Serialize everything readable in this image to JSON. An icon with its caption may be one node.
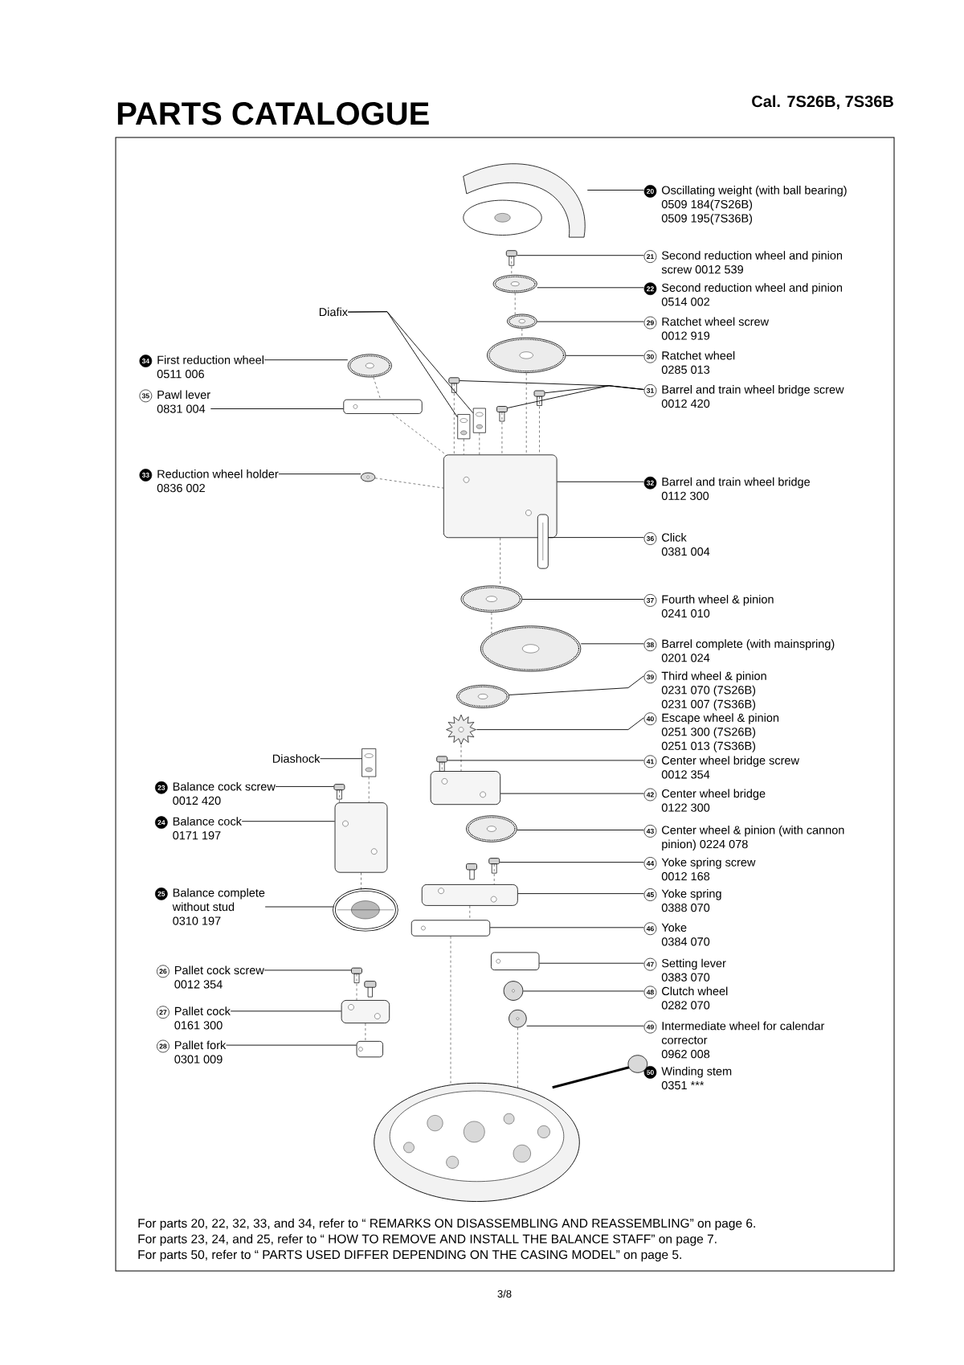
{
  "diagram": {
    "title": "PARTS CATALOGUE",
    "nodes": [
      {
        "text": [
          "20",
          "Oscillating weight (with ball bearing)",
          "0509 184(7S26B)",
          "0509 195(7S36B)"
        ]
      },
      {
        "text": [
          "21",
          "Second reduction wheel and pinion screw 0012 539"
        ]
      },
      {
        "text": [
          "22",
          "Second reduction wheel and pinion",
          "0514 002"
        ]
      },
      {
        "text": [
          "29",
          "Ratchet wheel screw",
          "0012 919"
        ]
      },
      {
        "text": [
          "30",
          "Ratchet wheel",
          "0285 013"
        ]
      },
      {
        "text": [
          "31",
          "Barrel and train wheel bridge screw",
          "0012 420"
        ]
      },
      {
        "text": [
          "32",
          "Barrel and train wheel bridge",
          "0112 300"
        ]
      },
      {
        "text": [
          "36",
          "Click",
          "0381 004"
        ]
      },
      {
        "text": [
          "37",
          "Fourth wheel & pinion",
          "0241 010"
        ]
      },
      {
        "text": [
          "38",
          "Barrel complete (with mainspring)",
          "0201 024"
        ]
      },
      {
        "text": [
          "39",
          "Third wheel & pinion",
          "0231 070 (7S26B)",
          "0231 007 (7S36B)"
        ]
      },
      {
        "text": [
          "40",
          "Escape wheel & pinion",
          "0251 300 (7S26B)",
          "0251 013 (7S36B)"
        ]
      },
      {
        "text": [
          "41",
          "Center wheel bridge screw",
          "0012 354"
        ]
      },
      {
        "text": [
          "42",
          "Center wheel bridge",
          "0122 300"
        ]
      },
      {
        "text": [
          "43",
          "Center wheel & pinion (with cannon pinion) 0224 078"
        ]
      },
      {
        "text": [
          "44",
          "Yoke spring screw",
          "0012 168"
        ]
      },
      {
        "text": [
          "45",
          "Yoke spring",
          "0388 070"
        ]
      },
      {
        "text": [
          "46",
          "Yoke",
          "0384 070"
        ]
      },
      {
        "text": [
          "47",
          "Setting lever",
          "0383 070"
        ]
      },
      {
        "text": [
          "48",
          "Clutch wheel",
          "0282 070"
        ]
      },
      {
        "text": [
          "49",
          "Intermediate wheel for calendar corrector",
          "0962 008"
        ]
      },
      {
        "text": [
          "50",
          "Winding stem",
          "0351 ***"
        ]
      },
      {
        "text": [
          "34",
          "First reduction wheel",
          "0511 006"
        ]
      },
      {
        "text": [
          "35",
          "Pawl lever",
          "0831 004"
        ]
      },
      {
        "text": [
          "Diafix"
        ]
      },
      {
        "text": [
          "33",
          "Reduction wheel holder",
          "0836 002"
        ]
      },
      {
        "text": [
          "Diashock"
        ]
      },
      {
        "text": [
          "23",
          "Balance cock screw",
          "0012 420"
        ]
      },
      {
        "text": [
          "24",
          "Balance cock",
          "0171 197"
        ]
      },
      {
        "text": [
          "25",
          "Balance complete",
          "without stud",
          "0310 197"
        ]
      },
      {
        "text": [
          "26",
          "Pallet cock screw",
          "0012 354"
        ]
      },
      {
        "text": [
          "27",
          "Pallet cock",
          "0161 300"
        ]
      },
      {
        "text": [
          "28",
          "Pallet fork",
          "0301 009"
        ]
      },
      {
        "text": [],
        "shape": "picture"
      },
      {
        "text": [],
        "shape": "picture"
      },
      {
        "text": [],
        "shape": "picture"
      },
      {
        "text": [],
        "shape": "picture"
      },
      {
        "text": [],
        "shape": "picture"
      },
      {
        "text": [],
        "shape": "picture"
      },
      {
        "text": [],
        "shape": "picture"
      },
      {
        "text": [],
        "shape": "picture"
      },
      {
        "text": [],
        "shape": "picture"
      },
      {
        "text": [],
        "shape": "picture"
      },
      {
        "text": [],
        "shape": "picture"
      },
      {
        "text": [],
        "shape": "picture"
      },
      {
        "text": [],
        "shape": "picture"
      },
      {
        "text": [],
        "shape": "picture"
      },
      {
        "text": [],
        "shape": "picture"
      },
      {
        "text": [],
        "shape": "picture"
      },
      {
        "text": [],
        "shape": "picture"
      },
      {
        "text": [],
        "shape": "picture"
      },
      {
        "text": [],
        "shape": "picture"
      },
      {
        "text": [],
        "shape": "picture"
      },
      {
        "text": [],
        "shape": "picture"
      },
      {
        "text": [],
        "shape": "picture"
      },
      {
        "text": [],
        "shape": "picture"
      },
      {
        "text": [],
        "shape": "picture"
      },
      {
        "text": [],
        "shape": "picture"
      },
      {
        "text": [],
        "shape": "picture"
      },
      {
        "text": [],
        "shape": "picture"
      },
      {
        "text": [],
        "shape": "picture"
      },
      {
        "text": [],
        "shape": "picture"
      },
      {
        "text": [],
        "shape": "picture"
      },
      {
        "text": [],
        "shape": "picture"
      },
      {
        "text": [],
        "shape": "picture"
      },
      {
        "text": [],
        "shape": "picture"
      },
      {
        "text": [],
        "shape": "picture"
      },
      {
        "text": [],
        "shape": "picture"
      },
      {
        "text": [],
        "shape": "picture"
      },
      {
        "text": [],
        "shape": "picture"
      }
    ],
    "edges": [
      {
        "from": 0,
        "to": 33,
        "arrow": "none"
      },
      {
        "from": 1,
        "to": 34,
        "arrow": "none"
      },
      {
        "from": 2,
        "to": 35,
        "arrow": "none"
      },
      {
        "from": 3,
        "to": 36,
        "arrow": "none"
      },
      {
        "from": 4,
        "to": 37,
        "arrow": "none"
      },
      {
        "from": 5,
        "to": 38,
        "arrow": "none"
      },
      {
        "from": 5,
        "to": 39,
        "arrow": "none"
      },
      {
        "from": 5,
        "to": 40,
        "arrow": "none"
      },
      {
        "from": 6,
        "to": 41,
        "arrow": "none"
      },
      {
        "from": 7,
        "to": 42,
        "arrow": "none"
      },
      {
        "from": 8,
        "to": 43,
        "arrow": "none"
      },
      {
        "from": 9,
        "to": 44,
        "arrow": "none"
      },
      {
        "from": 10,
        "to": 45,
        "arrow": "none"
      },
      {
        "from": 11,
        "to": 46,
        "arrow": "none"
      },
      {
        "from": 12,
        "to": 47,
        "arrow": "none"
      },
      {
        "from": 13,
        "to": 48,
        "arrow": "none"
      },
      {
        "from": 14,
        "to": 49,
        "arrow": "none"
      },
      {
        "from": 15,
        "to": 50,
        "arrow": "none"
      },
      {
        "from": 16,
        "to": 51,
        "arrow": "none"
      },
      {
        "from": 17,
        "to": 52,
        "arrow": "none"
      },
      {
        "from": 18,
        "to": 53,
        "arrow": "none"
      },
      {
        "from": 19,
        "to": 54,
        "arrow": "none"
      },
      {
        "from": 20,
        "to": 55,
        "arrow": "none"
      },
      {
        "from": 21,
        "to": 56,
        "arrow": "none"
      },
      {
        "from": 22,
        "to": 57,
        "arrow": "none"
      },
      {
        "from": 23,
        "to": 58,
        "arrow": "none"
      },
      {
        "from": 24,
        "to": 59,
        "arrow": "none"
      },
      {
        "from": 24,
        "to": 60,
        "arrow": "none"
      },
      {
        "from": 25,
        "to": 61,
        "arrow": "none"
      },
      {
        "from": 26,
        "to": 62,
        "arrow": "none"
      },
      {
        "from": 27,
        "to": 63,
        "arrow": "none"
      },
      {
        "from": 28,
        "to": 64,
        "arrow": "none"
      },
      {
        "from": 29,
        "to": 65,
        "arrow": "none"
      },
      {
        "from": 30,
        "to": 66,
        "arrow": "none"
      },
      {
        "from": 31,
        "to": 67,
        "arrow": "none"
      },
      {
        "from": 32,
        "to": 68,
        "arrow": "none"
      },
      {
        "from": 34,
        "to": 35,
        "arrow": "none",
        "style": "dashed"
      },
      {
        "from": 35,
        "to": 36,
        "arrow": "none",
        "style": "dashed"
      },
      {
        "from": 36,
        "to": 37,
        "arrow": "none",
        "style": "dashed"
      },
      {
        "from": 37,
        "to": 41,
        "arrow": "none",
        "style": "dashed"
      },
      {
        "from": 38,
        "to": 41,
        "arrow": "none",
        "style": "dashed"
      },
      {
        "from": 39,
        "to": 41,
        "arrow": "none",
        "style": "dashed"
      },
      {
        "from": 40,
        "to": 41,
        "arrow": "none",
        "style": "dashed"
      },
      {
        "from": 59,
        "to": 41,
        "arrow": "none",
        "style": "dashed"
      },
      {
        "from": 60,
        "to": 41,
        "arrow": "none",
        "style": "dashed"
      },
      {
        "from": 41,
        "to": 43,
        "arrow": "none",
        "style": "dashed"
      },
      {
        "from": 43,
        "to": 44,
        "arrow": "none",
        "style": "dashed"
      },
      {
        "from": 46,
        "to": 48,
        "arrow": "none",
        "style": "dashed"
      },
      {
        "from": 47,
        "to": 48,
        "arrow": "none",
        "style": "dashed"
      },
      {
        "from": 50,
        "to": 51,
        "arrow": "none",
        "style": "dashed"
      },
      {
        "from": 51,
        "to": 52,
        "arrow": "none",
        "style": "dashed"
      },
      {
        "from": 62,
        "to": 64,
        "arrow": "none",
        "style": "dashed"
      },
      {
        "from": 63,
        "to": 64,
        "arrow": "none",
        "style": "dashed"
      },
      {
        "from": 64,
        "to": 65,
        "arrow": "none",
        "style": "dashed"
      },
      {
        "from": 66,
        "to": 67,
        "arrow": "none",
        "style": "dashed"
      },
      {
        "from": 67,
        "to": 68,
        "arrow": "none",
        "style": "dashed"
      },
      {
        "from": 57,
        "to": 58,
        "arrow": "none",
        "style": "dashed"
      },
      {
        "from": 58,
        "to": 41,
        "arrow": "none",
        "style": "dashed"
      },
      {
        "from": 61,
        "to": 41,
        "arrow": "none",
        "style": "dashed"
      },
      {
        "from": 55,
        "to": 69,
        "arrow": "none",
        "style": "dashed"
      },
      {
        "from": 52,
        "to": 69,
        "arrow": "none",
        "style": "dashed"
      }
    ],
    "labels": [
      "Cal. 7S26B, 7S36B",
      "For parts 20, 22, 32, 33, and 34, refer to “ REMARKS ON DISASSEMBLING AND REASSEMBLING” on page 6.",
      "For parts 23, 24, and 25, refer to “ HOW TO REMOVE AND INSTALL THE BALANCE STAFF” on page 7.",
      "For parts 50, refer to “ PARTS USED DIFFER DEPENDING ON THE CASING MODEL” on page 5.",
      "3/8"
    ]
  }
}
